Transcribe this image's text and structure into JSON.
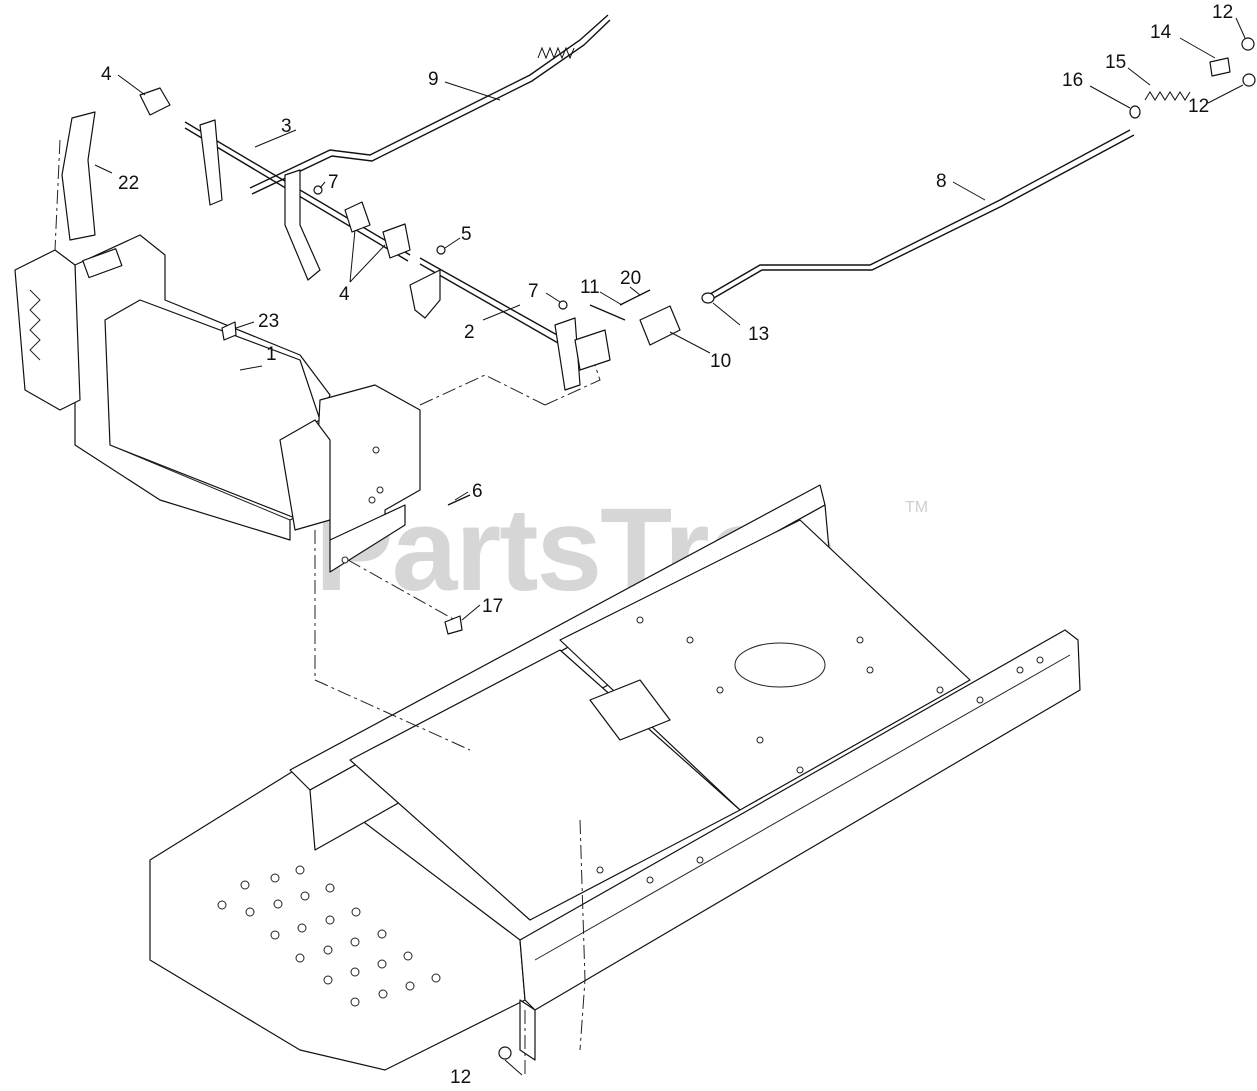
{
  "watermark": {
    "text": "PartsTree",
    "trademark": "TM"
  },
  "callouts": [
    {
      "id": "c1",
      "label": "1"
    },
    {
      "id": "c2",
      "label": "2"
    },
    {
      "id": "c3",
      "label": "3"
    },
    {
      "id": "c4a",
      "label": "4"
    },
    {
      "id": "c4b",
      "label": "4"
    },
    {
      "id": "c5",
      "label": "5"
    },
    {
      "id": "c6",
      "label": "6"
    },
    {
      "id": "c7a",
      "label": "7"
    },
    {
      "id": "c7b",
      "label": "7"
    },
    {
      "id": "c8",
      "label": "8"
    },
    {
      "id": "c9",
      "label": "9"
    },
    {
      "id": "c10",
      "label": "10"
    },
    {
      "id": "c11",
      "label": "11"
    },
    {
      "id": "c12a",
      "label": "12"
    },
    {
      "id": "c12b",
      "label": "12"
    },
    {
      "id": "c12c",
      "label": "12"
    },
    {
      "id": "c13",
      "label": "13"
    },
    {
      "id": "c14",
      "label": "14"
    },
    {
      "id": "c15",
      "label": "15"
    },
    {
      "id": "c16",
      "label": "16"
    },
    {
      "id": "c17",
      "label": "17"
    },
    {
      "id": "c20",
      "label": "20"
    },
    {
      "id": "c22",
      "label": "22"
    },
    {
      "id": "c23",
      "label": "23"
    }
  ]
}
